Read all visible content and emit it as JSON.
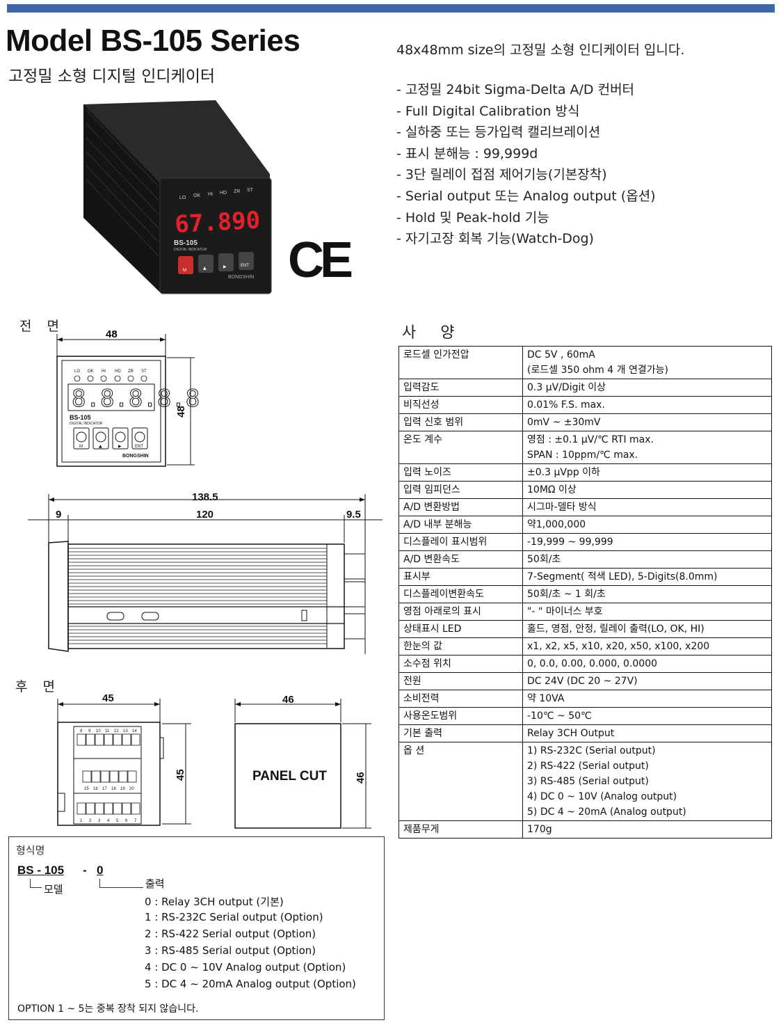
{
  "header": {
    "title": "Model BS-105 Series",
    "subtitle": "고정밀 소형 디지털 인디케이터",
    "intro": "48x48mm size의 고정밀 소형 인디케이터 입니다."
  },
  "features": [
    "- 고정밀 24bit Sigma-Delta A/D 컨버터",
    "- Full Digital Calibration 방식",
    "- 실하중 또는 등가입력 캘리브레이션",
    "- 표시 분해능 : 99,999d",
    "- 3단 릴레이 접점 제어기능(기본장착)",
    "- Serial output 또는 Analog output (옵션)",
    "- Hold 및 Peak-hold 기능",
    "- 자기고장 회복 기능(Watch-Dog)"
  ],
  "product": {
    "display": "67.890",
    "leds": [
      "LO",
      "OK",
      "HI",
      "HD",
      "ZR",
      "ST"
    ],
    "model": "BS-105",
    "model_sub": "DIGITAL INDICATOR",
    "brand": "BONGSHIN",
    "buttons": [
      "M",
      "▲",
      "▶",
      "ENT"
    ],
    "ce": "CE"
  },
  "front": {
    "label": "전 면",
    "width": "48",
    "height": "48",
    "leds": [
      "LO",
      "OK",
      "HI",
      "HD",
      "ZR",
      "ST"
    ],
    "model": "BS-105",
    "model_sub": "DIGITAL INDICATOR",
    "brand": "BONGSHIN",
    "buttons": [
      "M",
      "▲",
      "▶",
      "ENT"
    ]
  },
  "side": {
    "total": "138.5",
    "left": "9",
    "mid": "120",
    "right": "9.5"
  },
  "rear": {
    "label": "후 면",
    "width": "45",
    "height": "45",
    "top_terminals": [
      "8",
      "9",
      "10",
      "11",
      "12",
      "13",
      "14"
    ],
    "mid_terminals": [
      "15",
      "16",
      "17",
      "18",
      "19",
      "20"
    ],
    "bottom_terminals": [
      "1",
      "2",
      "3",
      "4",
      "5",
      "6",
      "7"
    ]
  },
  "panel": {
    "width": "46",
    "height": "46",
    "label": "PANEL CUT"
  },
  "spec": {
    "title": "사 양",
    "rows": [
      {
        "k": "로드셀 인가전압",
        "v": [
          "DC 5V , 60mA",
          "(로드셀 350 ohm 4 개 연결가능)"
        ]
      },
      {
        "k": "입력감도",
        "v": [
          "0.3 μV/Digit 이상"
        ]
      },
      {
        "k": "비직선성",
        "v": [
          "0.01% F.S. max."
        ]
      },
      {
        "k": "입력 신호 범위",
        "v": [
          "0mV ~ ±30mV"
        ]
      },
      {
        "k": "온도 계수",
        "v": [
          "영점 : ±0.1  μV/℃ RTI max.",
          "SPAN : 10ppm/℃ max."
        ]
      },
      {
        "k": "입력 노이즈",
        "v": [
          "±0.3 μVpp 이하"
        ]
      },
      {
        "k": "입력 임피던스",
        "v": [
          "10MΩ 이상"
        ]
      },
      {
        "k": "A/D 변환방법",
        "v": [
          "시그마-델타 방식"
        ]
      },
      {
        "k": "A/D 내부 분해능",
        "v": [
          "약1,000,000"
        ]
      },
      {
        "k": "디스플레이 표시범위",
        "v": [
          "-19,999 ~ 99,999"
        ]
      },
      {
        "k": "A/D 변환속도",
        "v": [
          "50회/초"
        ]
      },
      {
        "k": "표시부",
        "v": [
          "7-Segment( 적색 LED), 5-Digits(8.0mm)"
        ]
      },
      {
        "k": "디스플레이변환속도",
        "v": [
          "50회/초 ~ 1 회/초"
        ]
      },
      {
        "k": "영점 아래로의 표시",
        "v": [
          "\"-  \" 마이너스 부호"
        ]
      },
      {
        "k": "상태표시 LED",
        "v": [
          "홀드, 영점, 안정, 릴레이 출력(LO, OK, HI)"
        ]
      },
      {
        "k": "한눈의 값",
        "v": [
          "x1, x2, x5, x10, x20, x50, x100, x200"
        ]
      },
      {
        "k": "소수점 위치",
        "v": [
          "0, 0.0, 0.00, 0.000, 0.0000"
        ]
      },
      {
        "k": "전원",
        "v": [
          "DC 24V (DC 20 ~ 27V)"
        ]
      },
      {
        "k": "소비전력",
        "v": [
          "약 10VA"
        ]
      },
      {
        "k": "사용온도범위",
        "v": [
          "-10℃ ~ 50℃"
        ]
      },
      {
        "k": "기본 출력",
        "v": [
          "Relay 3CH Output"
        ]
      },
      {
        "k": "옵 션",
        "v": [
          "1)  RS-232C    (Serial output)",
          "2)  RS-422    (Serial output)",
          "3)  RS-485    (Serial output)",
          "4)  DC 0 ~ 10V    (Analog output)",
          "5)  DC 4 ~ 20mA    (Analog output)"
        ]
      },
      {
        "k": "제품무게",
        "v": [
          "170g"
        ]
      }
    ]
  },
  "ordering": {
    "title": "형식명",
    "code_model": "BS - 105",
    "dash": "-",
    "code_option": "0",
    "model_label": "모델",
    "output_label": "출력",
    "options": [
      "0 :  Relay 3CH output      (기본)",
      "1 : RS-232C Serial output (Option)",
      "2 : RS-422 Serial output (Option)",
      "3 : RS-485 Serial output (Option)",
      "4 : DC 0 ~ 10V Analog output (Option)",
      "5 : DC 4 ~ 20mA Analog output (Option)"
    ],
    "note": "OPTION 1 ~ 5는 중복 장착 되지 않습니다."
  },
  "colors": {
    "top_bar": "#3e67a8",
    "led_display": "#e4202a",
    "device_body": "#1b1b1b"
  }
}
